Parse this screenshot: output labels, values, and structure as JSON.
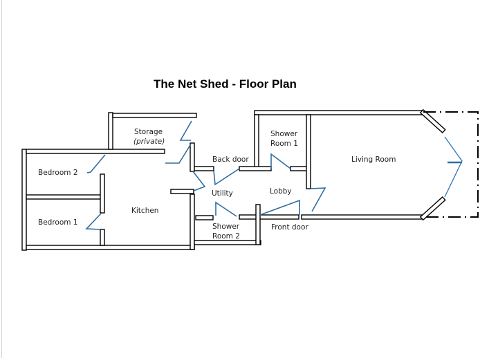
{
  "title": "The Net Shed - Floor Plan",
  "rooms": {
    "storage": "Storage",
    "storage_note": "(private)",
    "bedroom2": "Bedroom 2",
    "bedroom1": "Bedroom 1",
    "kitchen": "Kitchen",
    "back_door": "Back door",
    "utility": "Utility",
    "shower_room_2_line1": "Shower",
    "shower_room_2_line2": "Room 2",
    "shower_room_1_line1": "Shower",
    "shower_room_1_line2": "Room 1",
    "lobby": "Lobby",
    "front_door": "Front door",
    "living_room": "Living Room"
  },
  "colors": {
    "walls": "#000000",
    "doors": "#2e6da4",
    "background": "#ffffff"
  }
}
